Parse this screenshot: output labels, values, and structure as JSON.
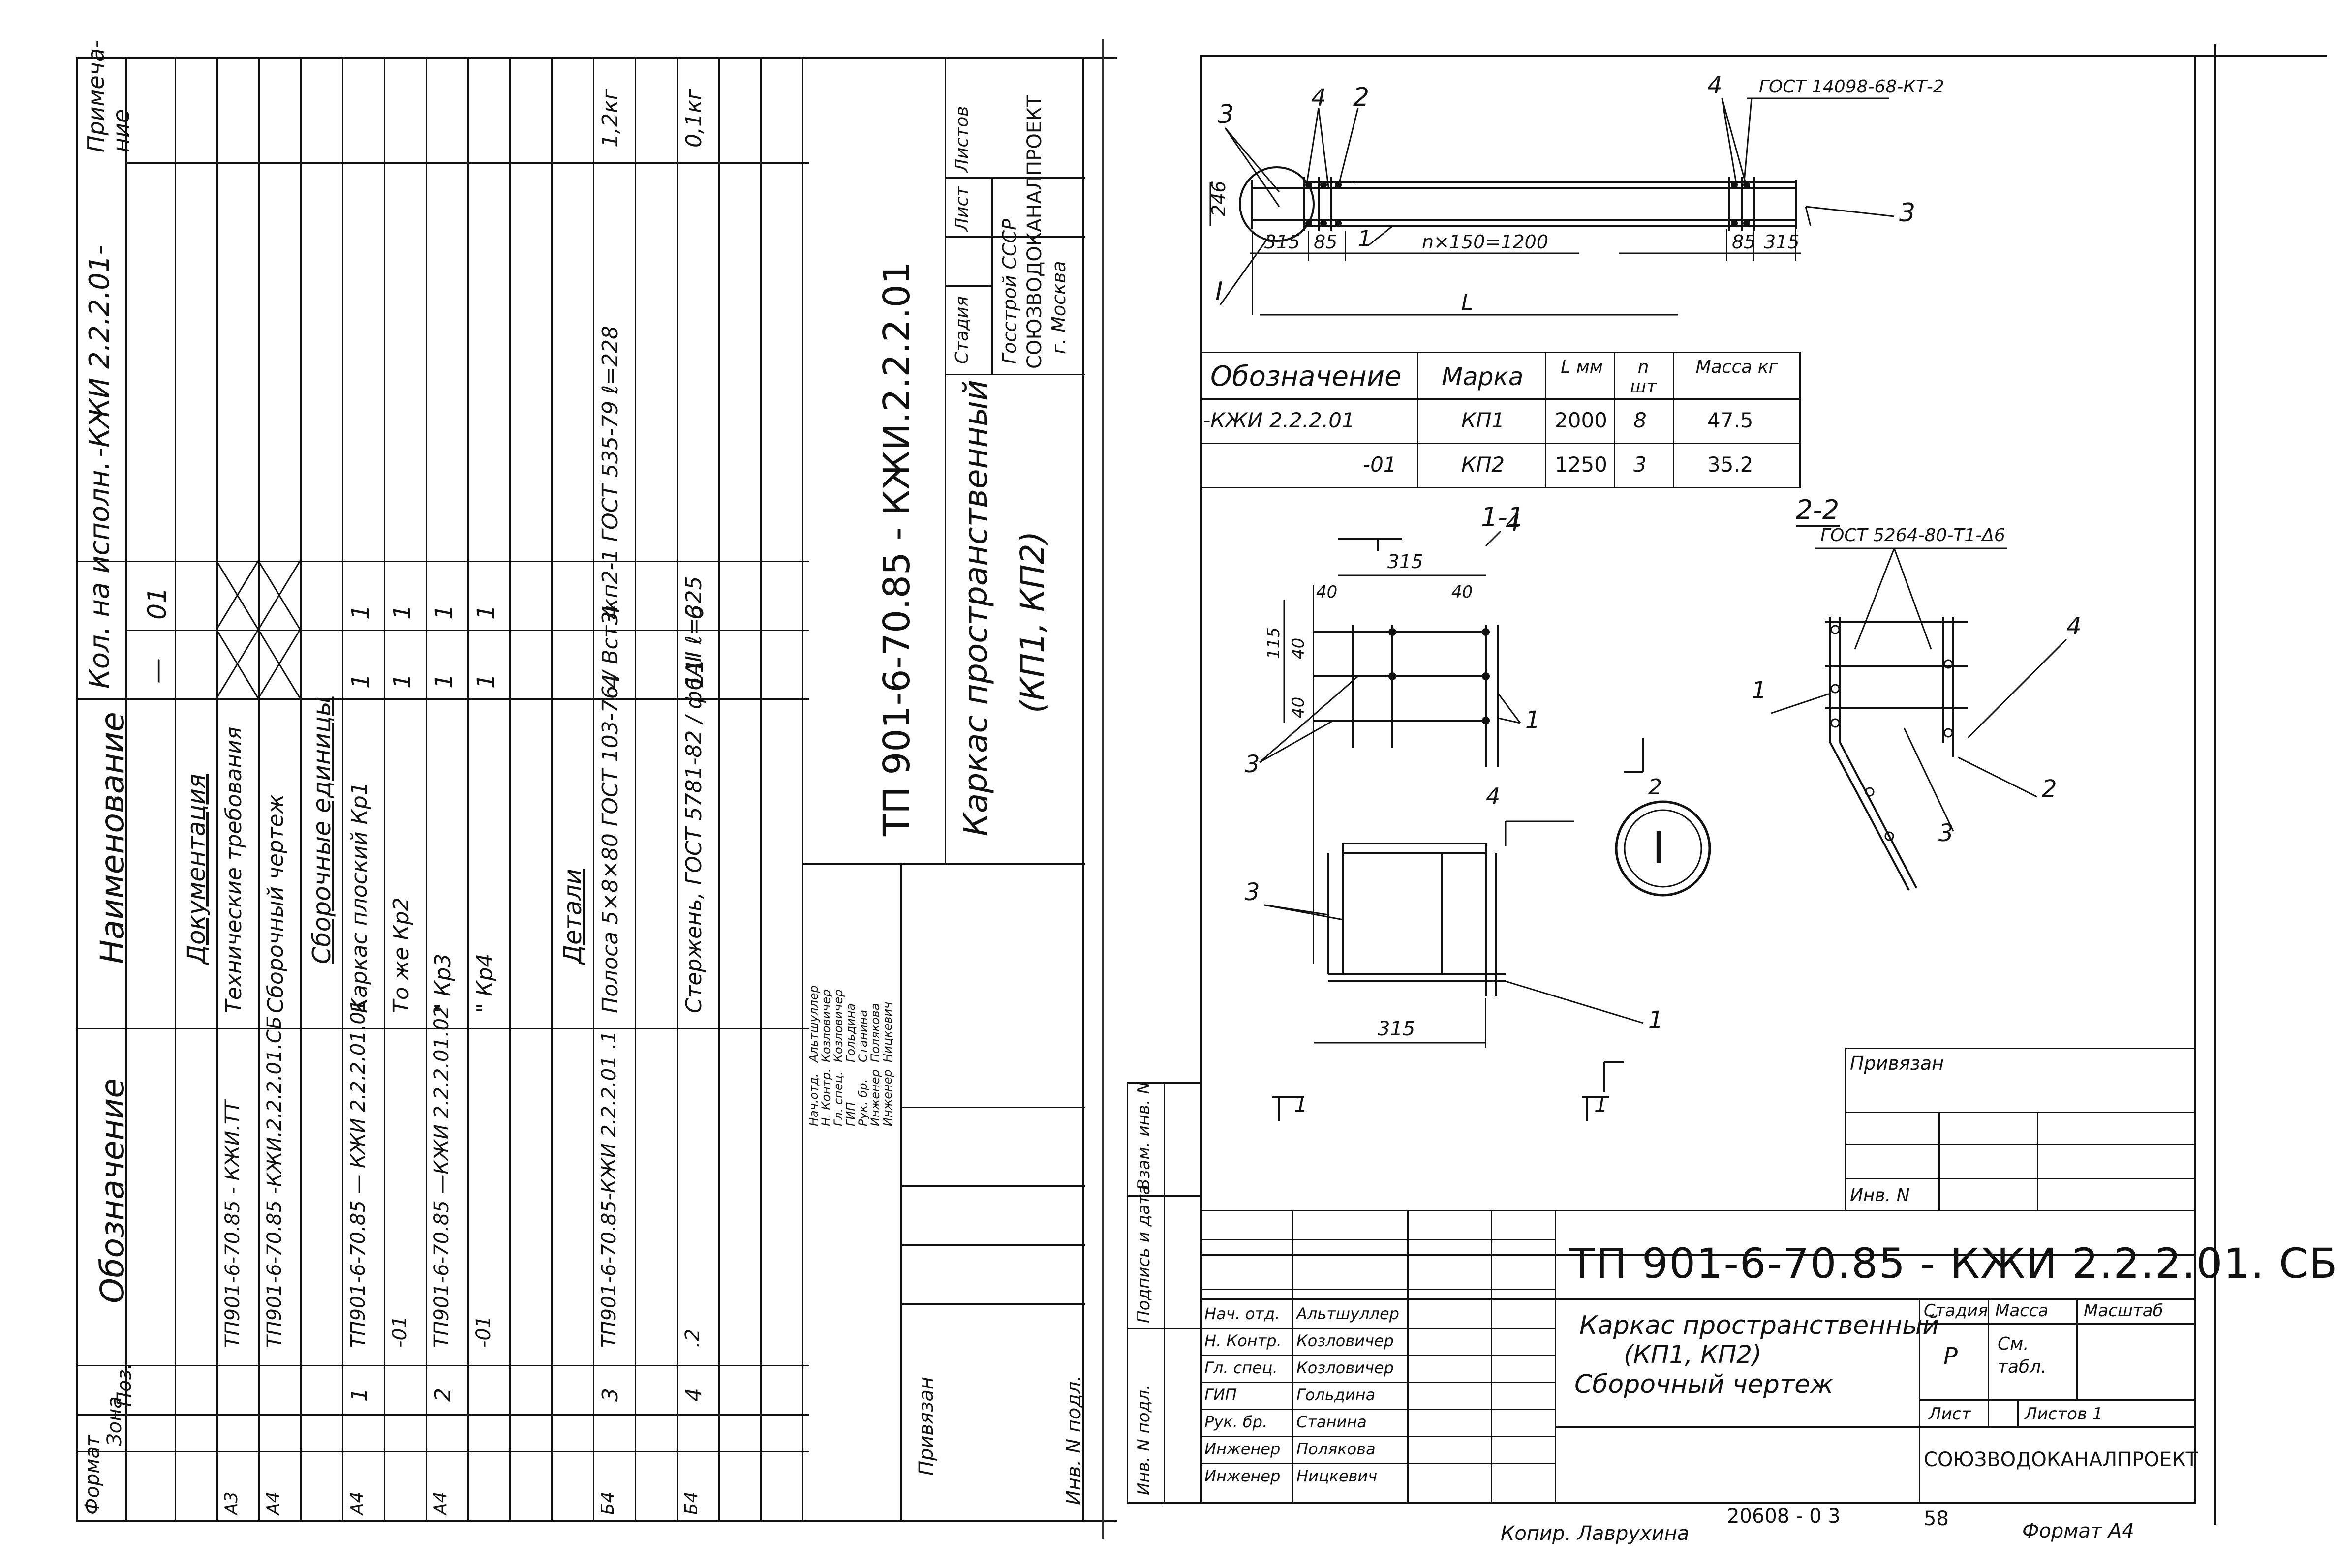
{
  "left_sheet": {
    "doc_code": "ТП 901-6-70.85 - КЖИ.2.2.2.01",
    "doc_title_line1": "Каркас пространственный",
    "doc_title_line2": "(КП1, КП2)",
    "org_line1": "Госстрой СССР",
    "org_line2": "СОЮЗВОДОКАНАЛПРОЕКТ",
    "org_line3": "г. Москва",
    "stage_labels": [
      "Стадия",
      "Лист",
      "Листов"
    ],
    "headers": {
      "format": "Формат",
      "zone": "Зона",
      "pos": "Поз.",
      "designation": "Обозначение",
      "name": "Наименование",
      "qty_group": "Кол. на исполн.",
      "qty_suffix": "-КЖИ 2.2.2.01-",
      "qty_col1": "—",
      "qty_col2": "01",
      "note": "Примеча-\nние"
    },
    "rows": [
      {
        "format": "А3",
        "pos": "",
        "designation": "ТП901-6-70.85 - КЖИ.ТТ",
        "name": "Технические требования",
        "q1": "",
        "q2": "",
        "note": "",
        "section": "Документация"
      },
      {
        "format": "А4",
        "pos": "",
        "designation": "ТП901-6-70.85 -КЖИ.2.2.2.01.СБ",
        "name": "Сборочный чертеж",
        "q1": "",
        "q2": "",
        "note": ""
      },
      {
        "format": "А4",
        "pos": "1",
        "designation": "ТП901-6-70.85 — КЖИ 2.2.2.01.01",
        "name": "Каркас плоский  Кр1",
        "q1": "1",
        "q2": "1",
        "note": "",
        "section": "Сборочные единицы"
      },
      {
        "format": "",
        "pos": "",
        "designation": "-01",
        "name": "То же  Кр2",
        "q1": "1",
        "q2": "1",
        "note": ""
      },
      {
        "format": "А4",
        "pos": "2",
        "designation": "ТП901-6-70.85 —КЖИ 2.2.2.01.02",
        "name": "\"  Кр3",
        "q1": "1",
        "q2": "1",
        "note": ""
      },
      {
        "format": "",
        "pos": "",
        "designation": "-01",
        "name": "\"  Кр4",
        "q1": "1",
        "q2": "1",
        "note": ""
      },
      {
        "format": "Б4",
        "pos": "3",
        "designation": "ТП901-6-70.85-КЖИ 2.2.2.01  .1",
        "name": "Полоса  5×8×80 ГОСТ 103-76 / Вст3кп2-1 ГОСТ 535-79  ℓ=228",
        "q1": "4",
        "q2": "4",
        "note": "1,2кг",
        "section": "Детали"
      },
      {
        "format": "Б4",
        "pos": "4",
        "designation": ".2",
        "name": "Стержень,  ГОСТ 5781-82 / ф6АⅡ  ℓ=325",
        "q1": "11",
        "q2": "6",
        "note": "0,1кг"
      }
    ],
    "signatures": [
      {
        "role": "Нач.отд.",
        "name": "Альтшуллер"
      },
      {
        "role": "Н. Контр.",
        "name": "Козловичер"
      },
      {
        "role": "Гл. спец.",
        "name": "Козловичер"
      },
      {
        "role": "ГИП",
        "name": "Гольдина"
      },
      {
        "role": "Рук. бр.",
        "name": "Станина"
      },
      {
        "role": "Инженер",
        "name": "Полякова"
      },
      {
        "role": "Инженер",
        "name": "Ницкевич"
      }
    ],
    "side_labels": [
      "Привязан",
      "Инв. N подл."
    ]
  },
  "right_sheet": {
    "plan_labels": {
      "gost_weld1": "ГОСТ 14098-68-КТ-2",
      "dim_246": "246",
      "dim_315a": "315",
      "dim_85a": "85",
      "dim_mid": "n×150=1200",
      "dim_85b": "85",
      "dim_315b": "315",
      "dim_L": "L",
      "node": "I",
      "callouts": [
        "3",
        "4",
        "2",
        "4",
        "3",
        "1"
      ]
    },
    "table": {
      "headers": [
        "Обозначение",
        "Марка",
        "L мм",
        "n шт",
        "Масса кг"
      ],
      "rows": [
        [
          "-КЖИ 2.2.2.01",
          "КП1",
          "2000",
          "8",
          "47.5"
        ],
        [
          "-01",
          "КП2",
          "1250",
          "3",
          "35.2"
        ]
      ]
    },
    "section_1_1": {
      "title": "1-1",
      "dims": [
        "315",
        "40",
        "40",
        "115",
        "40",
        "40",
        "315"
      ],
      "callouts": [
        "4",
        "1",
        "3",
        "4",
        "3",
        "1"
      ],
      "cut": "2",
      "cut_marks": [
        "1",
        "1"
      ]
    },
    "section_2_2": {
      "title": "2-2",
      "gost": "ГОСТ 5264-80-Т1-Δ6",
      "callouts": [
        "1",
        "4",
        "2",
        "3"
      ]
    },
    "node_mark": "I",
    "binding": {
      "label": "Привязан",
      "inv": "Инв. N"
    },
    "title_block": {
      "code": "ТП 901-6-70.85 - КЖИ 2.2.2.01. СБ",
      "title_line1": "Каркас пространственный",
      "title_line2": "(КП1, КП2)",
      "title_line3": "Сборочный   чертеж",
      "stage_h": "Стадия",
      "mass_h": "Масса",
      "scale_h": "Масштаб",
      "stage": "Р",
      "mass": "См. табл.",
      "sheet": "Лист",
      "sheets": "Листов 1",
      "org": "СОЮЗВОДОКАНАЛПРОЕКТ",
      "signatures": [
        {
          "role": "Нач. отд.",
          "name": "Альтшуллер"
        },
        {
          "role": "Н. Контр.",
          "name": "Козловичер"
        },
        {
          "role": "Гл. спец.",
          "name": "Козловичер"
        },
        {
          "role": "ГИП",
          "name": "Гольдина"
        },
        {
          "role": "Рук. бр.",
          "name": "Станина"
        },
        {
          "role": "Инженер",
          "name": "Полякова"
        },
        {
          "role": "Инженер",
          "name": "Ницкевич"
        }
      ]
    },
    "margin_labels": [
      "Инв. N подл.",
      "Подпись и дата",
      "Взам. инв. N"
    ],
    "footer": {
      "copier": "Копир. Лаврухина",
      "order": "20608 - 0 3",
      "page": "58",
      "format": "Формат А4"
    }
  }
}
